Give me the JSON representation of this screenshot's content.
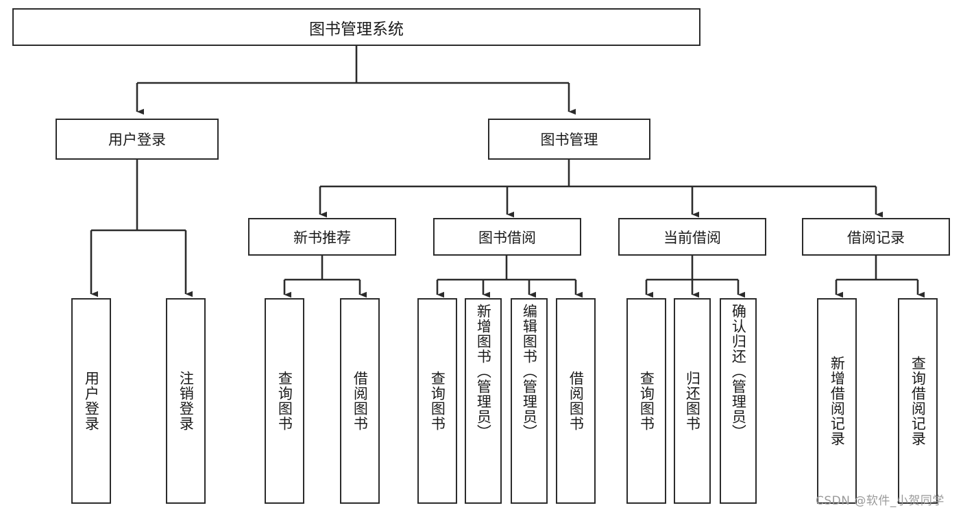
{
  "diagram": {
    "title": "图书管理系统",
    "root": {
      "label": "图书管理系统"
    },
    "level2": [
      {
        "label": "用户登录"
      },
      {
        "label": "图书管理"
      }
    ],
    "level3": [
      {
        "label": "新书推荐"
      },
      {
        "label": "图书借阅"
      },
      {
        "label": "当前借阅"
      },
      {
        "label": "借阅记录"
      }
    ],
    "leaves": [
      {
        "label": "用户登录",
        "parent": "用户登录"
      },
      {
        "label": "注销登录",
        "parent": "用户登录"
      },
      {
        "label": "查询图书",
        "parent": "新书推荐"
      },
      {
        "label": "借阅图书",
        "parent": "新书推荐"
      },
      {
        "label": "查询图书",
        "parent": "图书借阅"
      },
      {
        "label": "新增图书（管理员）",
        "parent": "图书借阅"
      },
      {
        "label": "编辑图书（管理员）",
        "parent": "图书借阅"
      },
      {
        "label": "借阅图书",
        "parent": "图书借阅"
      },
      {
        "label": "查询图书",
        "parent": "当前借阅"
      },
      {
        "label": "归还图书",
        "parent": "当前借阅"
      },
      {
        "label": "确认归还（管理员）",
        "parent": "当前借阅"
      },
      {
        "label": "新增借阅记录",
        "parent": "借阅记录"
      },
      {
        "label": "查询借阅记录",
        "parent": "借阅记录"
      }
    ]
  },
  "watermark": {
    "text": "CSDN @软件_小贺同学"
  },
  "colors": {
    "stroke": "#2b2b2b",
    "background": "#ffffff",
    "text": "#1a1a1a",
    "watermark": "#9a9a9a"
  }
}
